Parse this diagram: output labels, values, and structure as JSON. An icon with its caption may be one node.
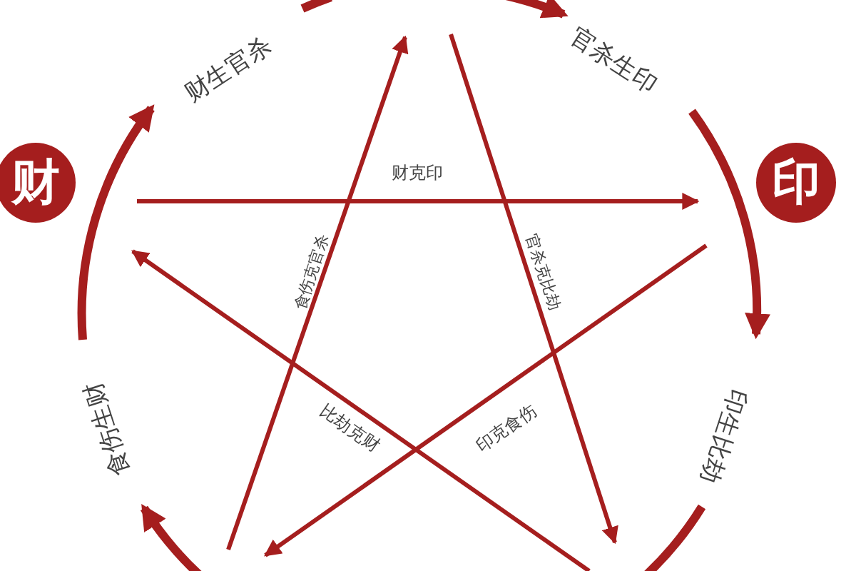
{
  "diagram": {
    "nodes": [
      {
        "text": [
          "财"
        ]
      },
      {
        "text": [
          "印"
        ]
      }
    ],
    "edges": [
      {
        "from": 0,
        "to": 1,
        "arrow": "to",
        "label": "财克印"
      }
    ],
    "labels": [
      "财生官杀",
      "官杀生印",
      "食伤克官杀",
      "官杀克比劫",
      "食伤生财",
      "比劫克财",
      "印克食伤",
      "印生比劫"
    ]
  }
}
